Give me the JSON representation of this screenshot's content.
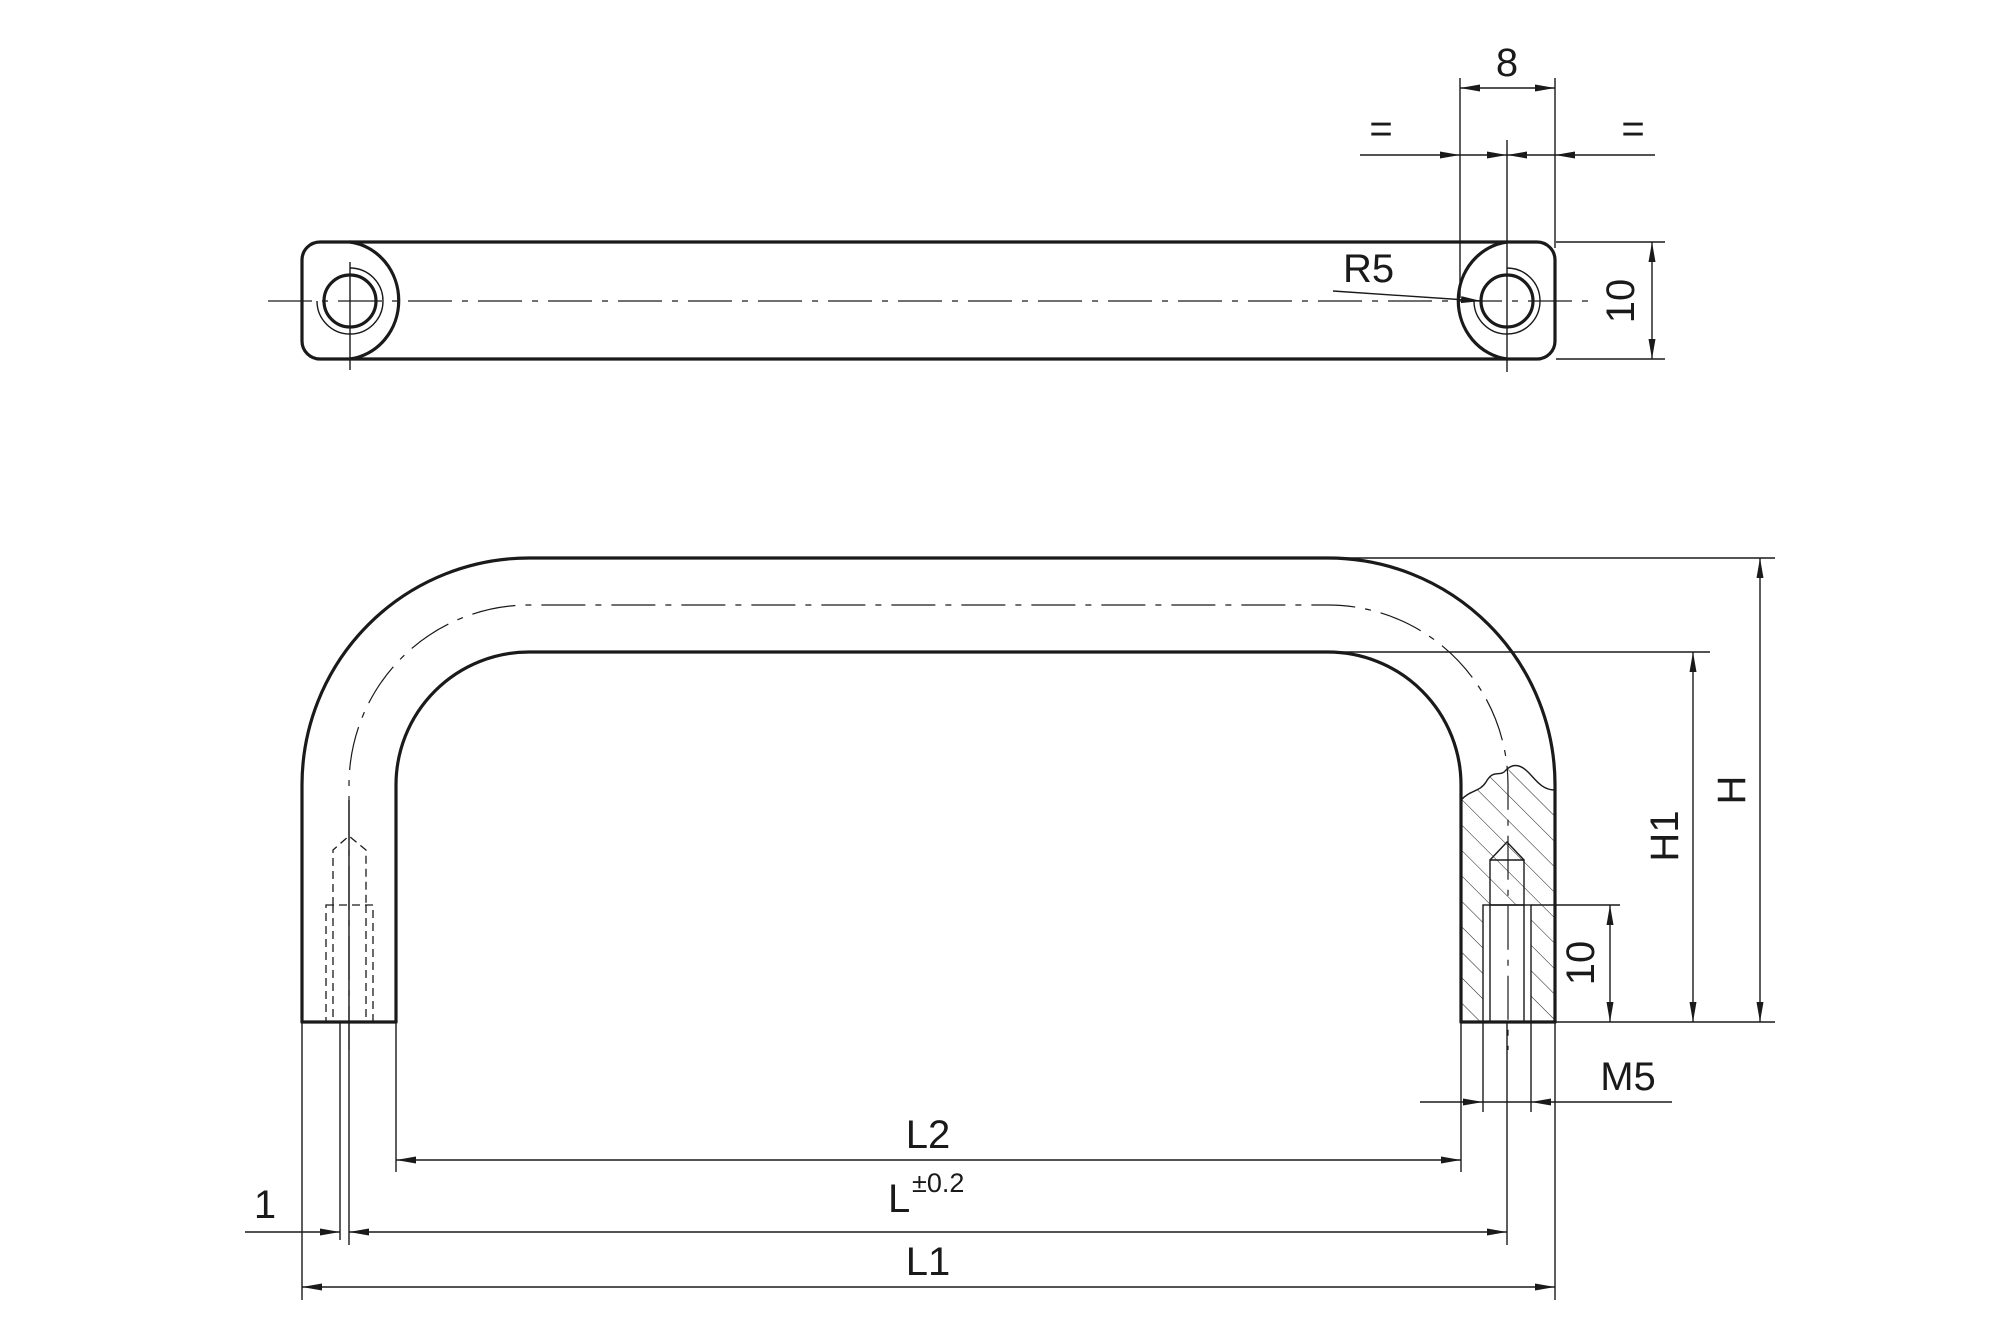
{
  "labels": {
    "width_8": "8",
    "equal_left": "=",
    "equal_right": "=",
    "radius": "R5",
    "thickness_10": "10",
    "height_h": "H",
    "height_h1": "H1",
    "thread_depth_10": "10",
    "thread": "M5",
    "length_l2": "L2",
    "length_l": "L",
    "tolerance": "±0.2",
    "offset_1": "1",
    "length_l1": "L1"
  }
}
